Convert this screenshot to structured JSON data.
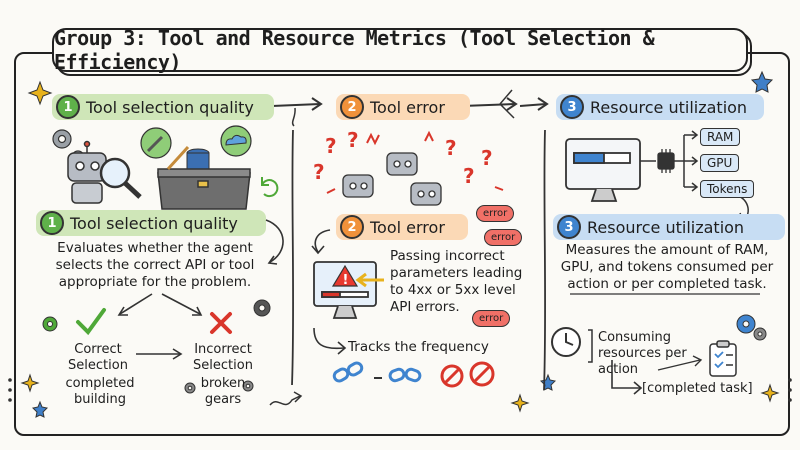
{
  "title": "Group 3: Tool and Resource Metrics (Tool Selection & Efficiency)",
  "sections": {
    "tool_selection": {
      "number": "1",
      "header": "Tool selection quality",
      "subheader": "Tool selection quality",
      "description": "Evaluates whether the agent selects the correct API or tool appropriate for the problem.",
      "correct_label": "Correct Selection",
      "correct_sub": "completed building",
      "incorrect_label": "Incorrect Selection",
      "incorrect_sub": "broken gears"
    },
    "tool_error": {
      "number": "2",
      "header": "Tool error",
      "subheader": "Tool error",
      "description": "Passing incorrect parameters leading to 4xx or 5xx level API errors.",
      "error_tag": "error",
      "tracks": "Tracks the frequency"
    },
    "resource": {
      "number": "3",
      "header": "Resource utilization",
      "subheader": "Resource utilization",
      "description": "Measures the amount of RAM, GPU, and tokens consumed per action or per completed task.",
      "resources": [
        "RAM",
        "GPU",
        "Tokens"
      ],
      "per_action": "Consuming resources per action",
      "completed_task": "[completed task]"
    }
  },
  "colors": {
    "green": "#cfe6b8",
    "orange": "#fbd9b6",
    "blue": "#c7ddf3",
    "error_red": "#f07067",
    "check_green": "#4fa838",
    "cross_red": "#d9362b"
  },
  "icons": [
    "gear-icon",
    "robot-icon",
    "magnifier-icon",
    "toolbox-icon",
    "wrench-icon",
    "cloud-icon",
    "database-icon",
    "check-icon",
    "cross-icon",
    "warning-icon",
    "monitor-icon",
    "chip-icon",
    "clock-icon",
    "clipboard-icon",
    "broken-chain-icon",
    "no-entry-icon",
    "sparkle-icon",
    "star-icon"
  ]
}
